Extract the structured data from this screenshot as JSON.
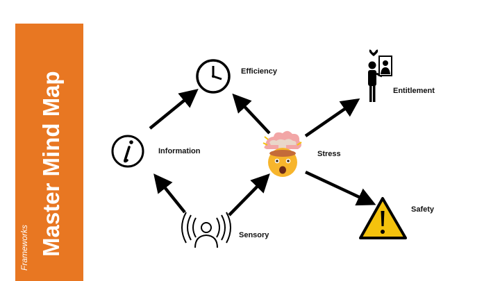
{
  "sidebar": {
    "title": "Master Mind  Map",
    "subtitle": "Frameworks",
    "color": "#e87722"
  },
  "nodes": {
    "efficiency": {
      "label": "Efficiency",
      "icon": "clock-icon"
    },
    "information": {
      "label": "Information",
      "icon": "info-icon"
    },
    "stress": {
      "label": "Stress",
      "icon": "exploding-head-emoji-icon"
    },
    "entitlement": {
      "label": "Entitlement",
      "icon": "person-with-heart-and-portrait-icon"
    },
    "safety": {
      "label": "Safety",
      "icon": "warning-sign-icon"
    },
    "sensory": {
      "label": "Sensory",
      "icon": "person-with-sound-waves-icon"
    }
  },
  "colors": {
    "warning_fill": "#f4c20d",
    "emoji_face": "#f7b52c"
  }
}
